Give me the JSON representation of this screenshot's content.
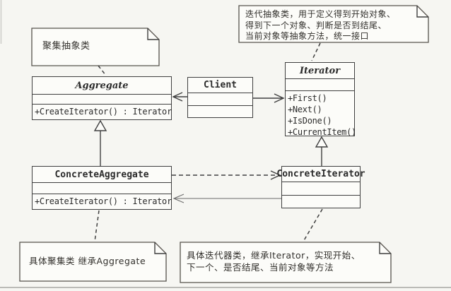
{
  "classes": {
    "aggregate": {
      "name": "Aggregate",
      "stereotype": "abstract",
      "methods": [
        "+CreateIterator() : Iterator"
      ]
    },
    "client": {
      "name": "Client"
    },
    "iterator": {
      "name": "Iterator",
      "stereotype": "abstract",
      "methods": [
        "+First()",
        "+Next()",
        "+IsDone()",
        "+CurrentItem()"
      ]
    },
    "concrete_aggregate": {
      "name": "ConcreteAggregate",
      "methods": [
        "+CreateIterator() : Iterator"
      ]
    },
    "concrete_iterator": {
      "name": "ConcreteIterator"
    }
  },
  "notes": {
    "top_left": {
      "lines": [
        "聚集抽象类"
      ]
    },
    "top_right": {
      "lines": [
        "迭代抽象类，用于定义得到开始对象、",
        "得到下一个对象、判断是否到结尾、",
        "当前对象等抽象方法，统一接口"
      ]
    },
    "bottom_left": {
      "lines": [
        "具体聚集类 继承Aggregate"
      ]
    },
    "bottom_right": {
      "lines": [
        "具体迭代器类，继承Iterator，实现开始、",
        "下一个、是否结尾、当前对象等方法"
      ]
    }
  },
  "colors": {
    "line": "#3f3f3f",
    "thin_line": "#6b6b6b",
    "box_fill": "#fcfcf9",
    "background": "#f6f6f2"
  }
}
